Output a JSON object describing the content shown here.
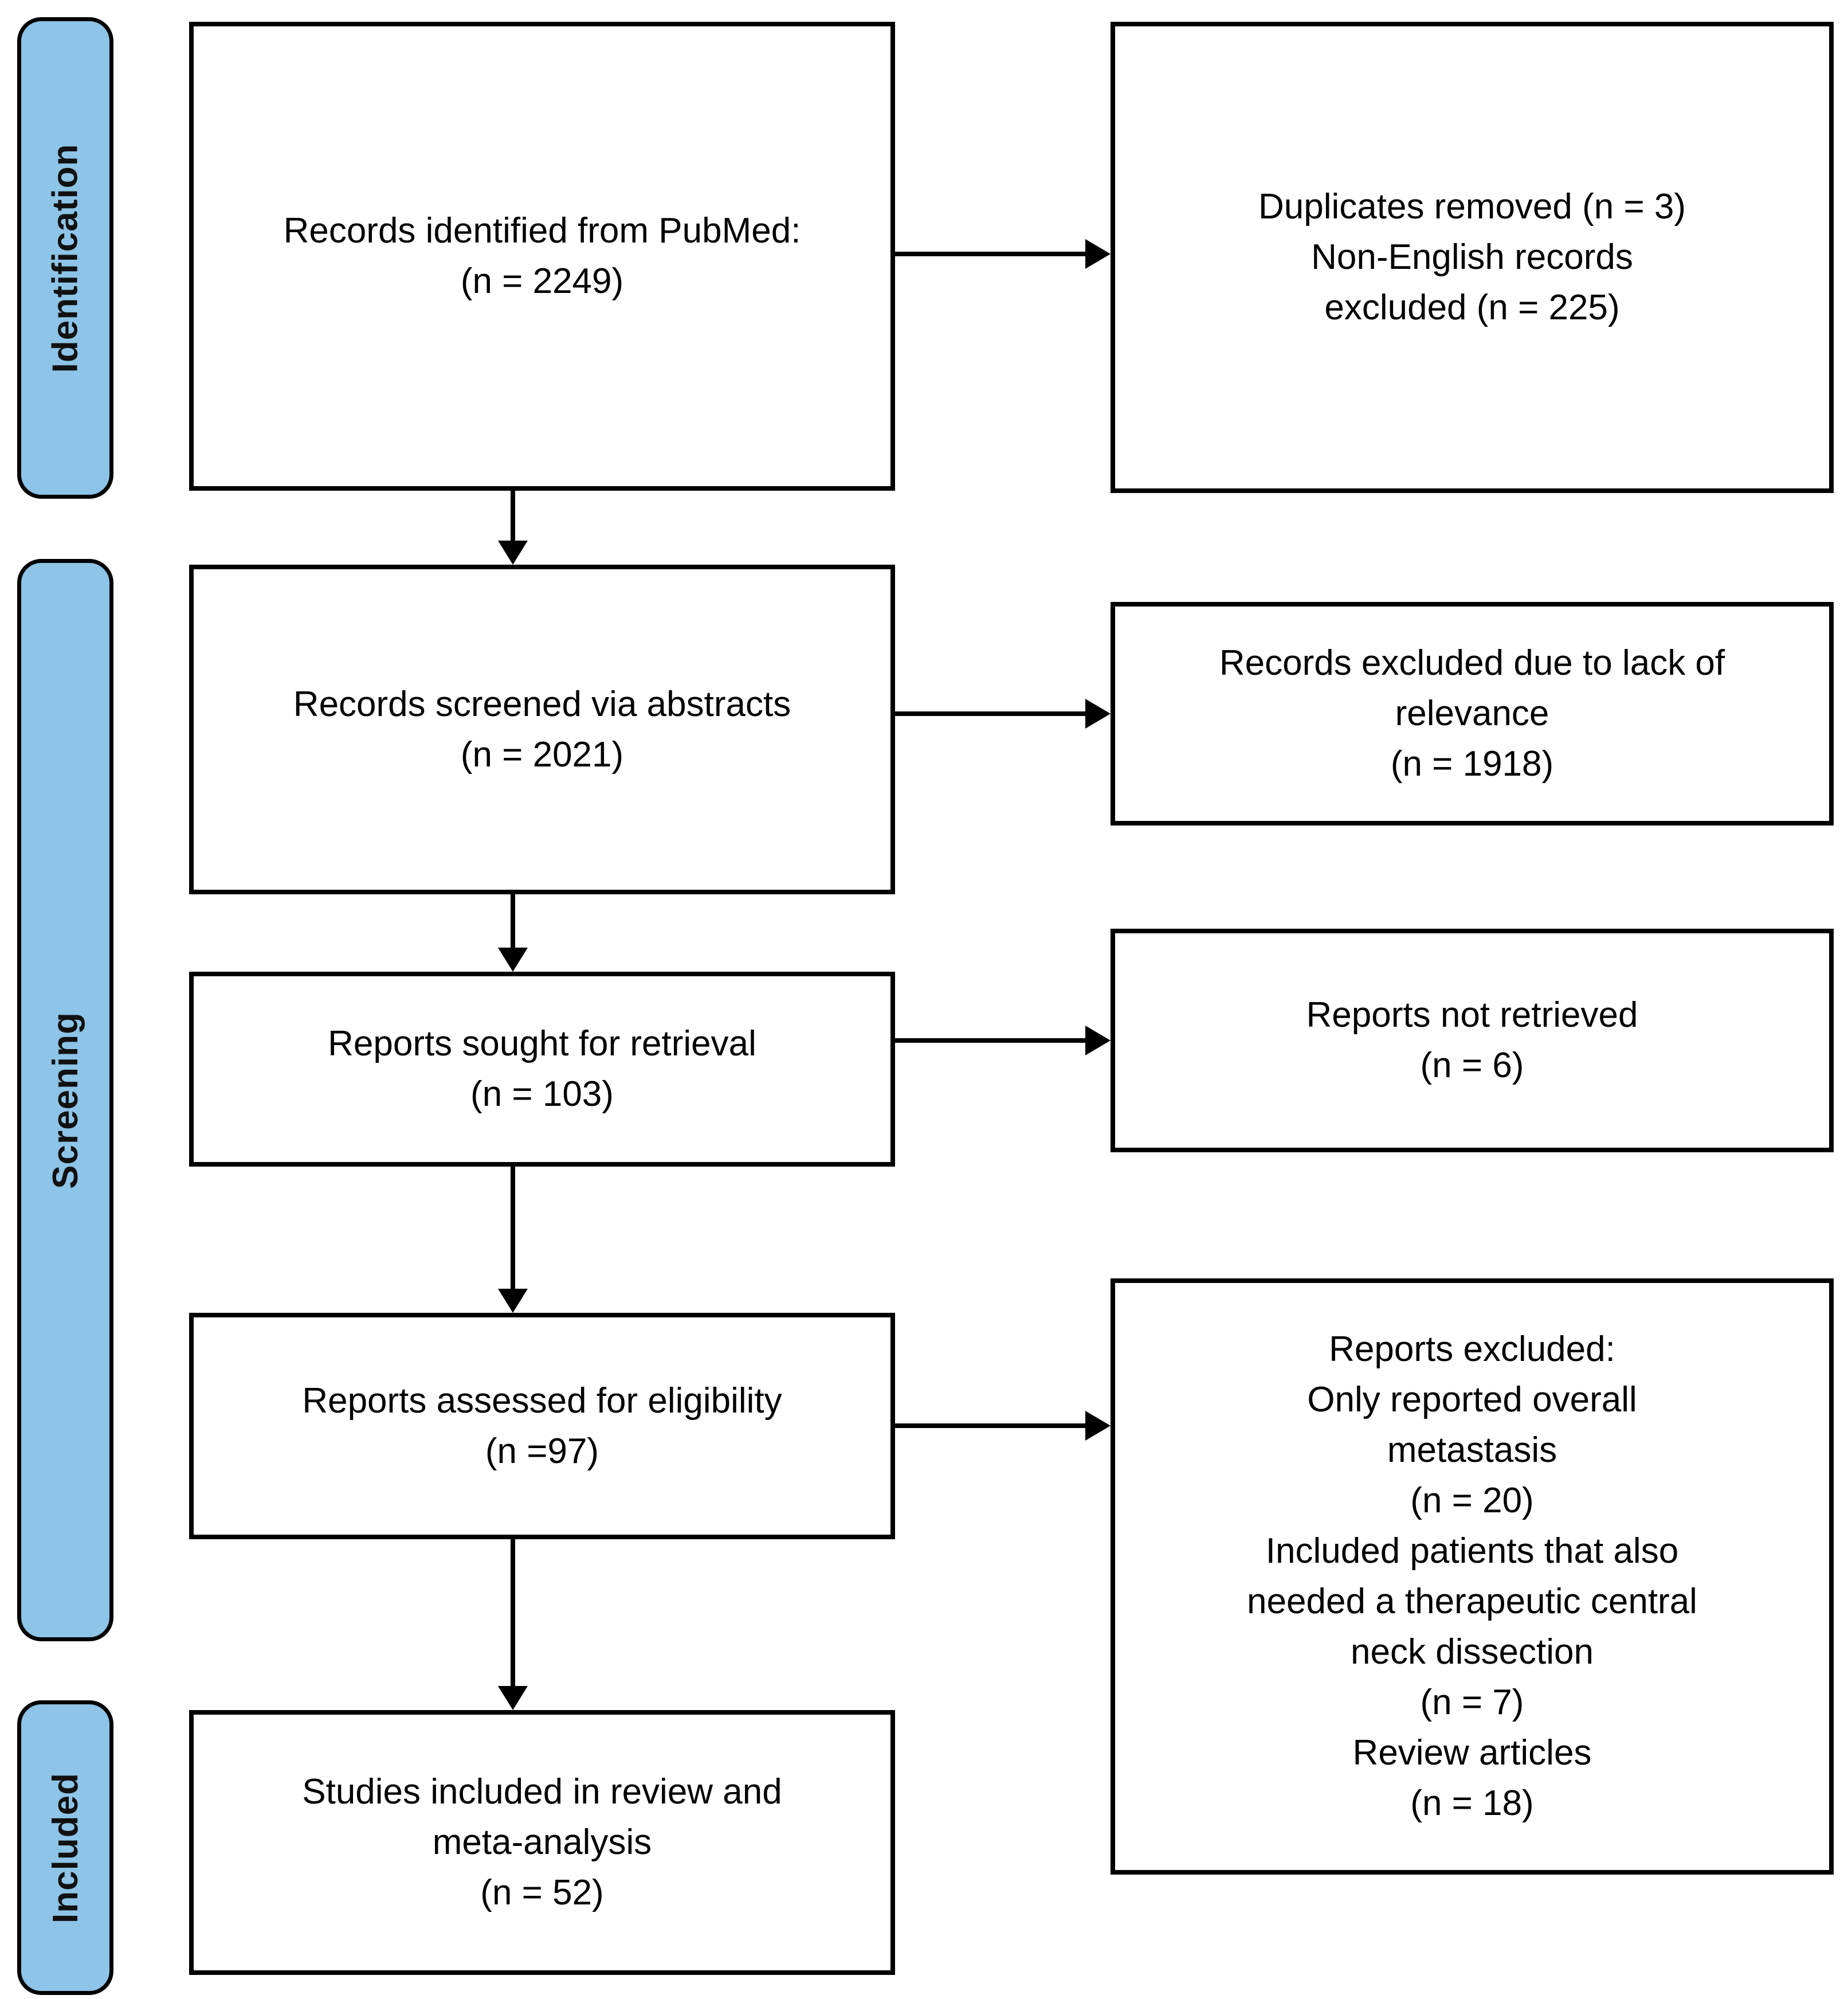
{
  "sidebar": {
    "stages": [
      {
        "label": "Identification"
      },
      {
        "label": "Screening"
      },
      {
        "label": "Included"
      }
    ]
  },
  "flow": {
    "main_boxes": [
      {
        "lines": [
          "Records identified from PubMed:",
          "(n = 2249)"
        ]
      },
      {
        "lines": [
          "Records screened via abstracts",
          "(n = 2021)"
        ]
      },
      {
        "lines": [
          "Reports sought for retrieval",
          "(n = 103)"
        ]
      },
      {
        "lines": [
          "Reports assessed for eligibility",
          "(n =97)"
        ]
      },
      {
        "lines": [
          "Studies included in review and",
          "meta-analysis",
          "(n = 52)"
        ]
      }
    ],
    "side_boxes": [
      {
        "lines": [
          "Duplicates removed (n = 3)",
          "Non-English records",
          "excluded (n = 225)"
        ]
      },
      {
        "lines": [
          "Records excluded due to lack of",
          "relevance",
          "(n = 1918)"
        ]
      },
      {
        "lines": [
          "Reports not retrieved",
          "(n = 6)"
        ]
      },
      {
        "lines": [
          "Reports excluded:",
          "Only reported overall",
          "metastasis",
          "(n = 20)",
          "Included patients that also",
          "needed a therapeutic central",
          "neck dissection",
          "(n = 7)",
          "Review articles",
          "(n = 18)"
        ]
      }
    ]
  },
  "colors": {
    "stage_fill": "#8DC4E7",
    "box_background": "#FFFFFF",
    "border": "#000000",
    "text": "#000000"
  }
}
